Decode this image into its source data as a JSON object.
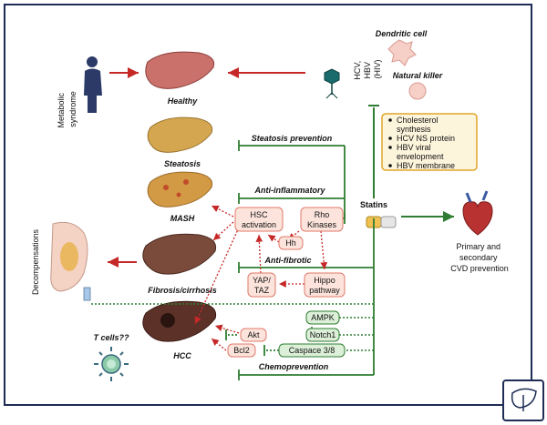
{
  "labels": {
    "metabolic_syndrome": [
      "Metabolic",
      "syndrome"
    ],
    "healthy": "Healthy",
    "steatosis": "Steatosis",
    "mash": "MASH",
    "fibrosis": "Fibrosis/cirrhosis",
    "hcc": "HCC",
    "decompensations": "Decompensations",
    "tcells": "T cells??",
    "dendritic": "Dendritic cell",
    "natural_killer": "Natural killer",
    "virus": [
      "HCV,",
      "HBV",
      "(HIV)"
    ],
    "statins": "Statins",
    "cvd": [
      "Primary and",
      "secondary",
      "CVD prevention"
    ]
  },
  "pathways": {
    "steatosis_prevention": "Steatosis prevention",
    "anti_inflammatory": "Anti-inflammatory",
    "anti_fibrotic": "Anti-fibrotic",
    "chemoprevention": "Chemoprevention"
  },
  "boxes": {
    "hsc": [
      "HSC",
      "activation"
    ],
    "rho": [
      "Rho",
      "Kinases"
    ],
    "hh": "Hh",
    "yap": [
      "YAP/",
      "TAZ"
    ],
    "hippo": [
      "Hippo",
      "pathway"
    ],
    "ampk": "AMPK",
    "notch1": "Notch1",
    "akt": "Akt",
    "bcl2": "Bcl2",
    "caspase": "Caspace 3/8"
  },
  "statin_effects": [
    "Cholesterol",
    "synthesis",
    "HCV NS protein",
    "HBV viral",
    "envelopment",
    "HBV membrane"
  ],
  "colors": {
    "green": "#2e7d32",
    "red": "#c62828",
    "orange_text": "#d98b1d",
    "box_bg": "#fce4dc",
    "navy": "#1f2c55"
  }
}
